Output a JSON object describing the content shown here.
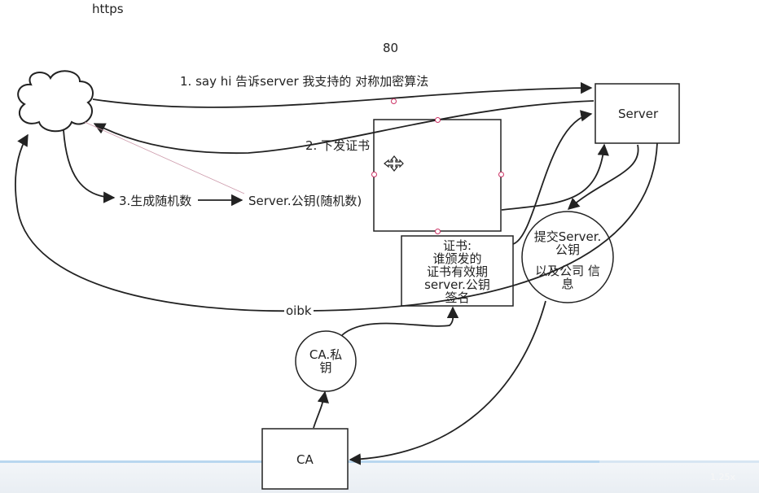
{
  "diagram": {
    "title": "https",
    "port": "80",
    "steps": {
      "step1": "1. say hi 告诉server  我支持的 对称加密算法",
      "step2": "2. 下发证书",
      "step3": "3.生成随机数",
      "encrypted": "Server.公钥(随机数)",
      "oibk": "oibk"
    },
    "nodes": {
      "server": "Server",
      "ca": "CA",
      "ca_private_key": [
        "CA.私",
        "钥"
      ],
      "certificate": [
        "证书:",
        "谁颁发的",
        "证书有效期",
        "server.公钥",
        "签名"
      ],
      "submit": [
        "提交Server.",
        "公钥",
        "以及公司 信",
        "息"
      ]
    }
  },
  "player": {
    "speed": "1.25x",
    "progress": 0.79
  }
}
